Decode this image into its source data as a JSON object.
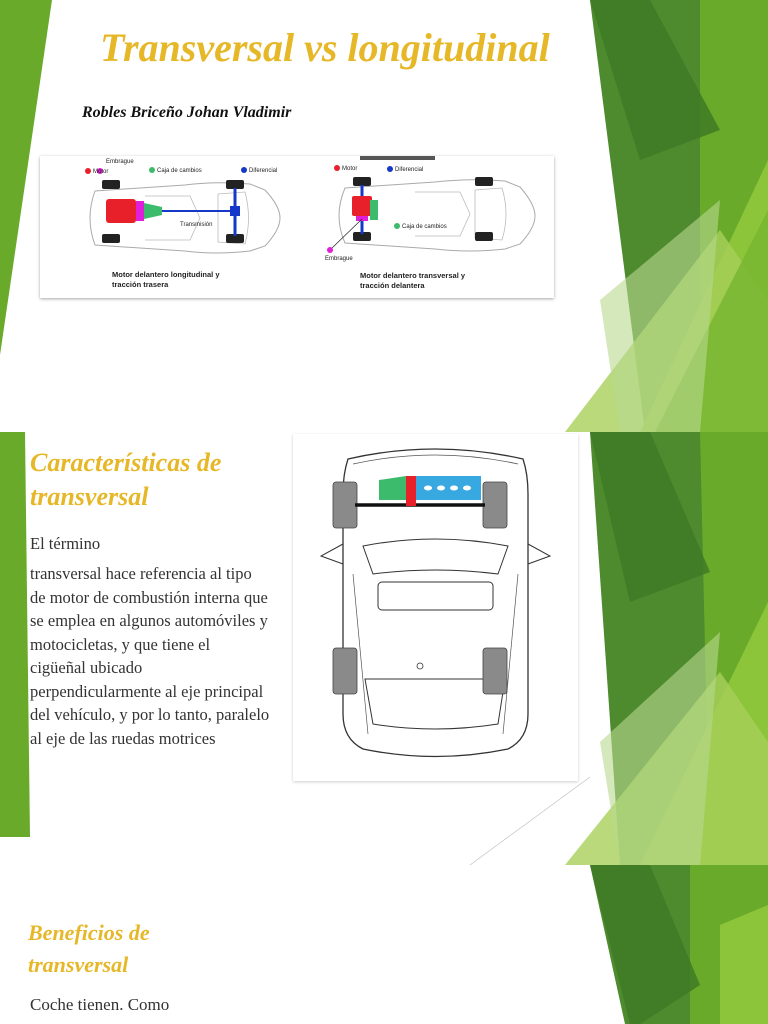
{
  "slide1": {
    "title": "Transversal vs longitudinal",
    "author": "Robles Briceño Johan Vladimir",
    "diagram_left": {
      "embrague": "Embrague",
      "motor": "Motor",
      "caja": "Caja de cambios",
      "diferencial": "Diferencial",
      "transmision": "Transmisión",
      "caption_line1": "Motor delantero longitudinal y",
      "caption_line2": "tracción trasera"
    },
    "diagram_right": {
      "motor": "Motor",
      "diferencial": "Diferencial",
      "caja": "Caja de cambios",
      "embrague": "Embrague",
      "caption_line1": "Motor delantero transversal y",
      "caption_line2": "tracción delantera"
    }
  },
  "slide2": {
    "heading": "Características de transversal",
    "para1": "El término",
    "para2": "transversal hace referencia al tipo de motor de combustión interna que se emplea en algunos automóviles y motocicletas, y que tiene el cigüeñal ubicado perpendicularmente al eje principal del vehículo, y por lo tanto, paralelo al eje de las ruedas motrices"
  },
  "slide3": {
    "heading": "Beneficios de transversal",
    "para1": "Coche tienen. Como"
  },
  "colors": {
    "title": "#e6b727",
    "green_dark": "#4e8a2e",
    "green_mid": "#6aaa2a",
    "green_light": "#9cc840",
    "motor_red": "#e8202a",
    "caja_green": "#3dbb6c",
    "diferencial_blue": "#1638c8",
    "embrague_magenta": "#e020d8"
  }
}
